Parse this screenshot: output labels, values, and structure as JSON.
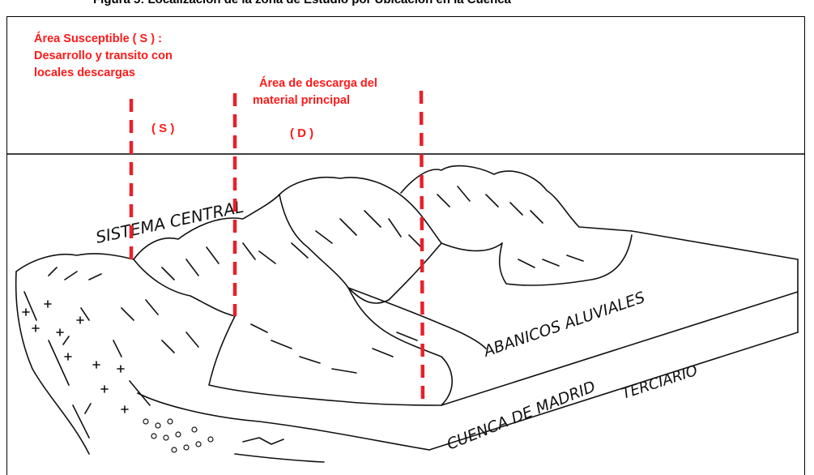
{
  "figure": {
    "caption": "Figura 5: Localización de la zona de Estudio por Ubicación en la Cuenca"
  },
  "annotations": {
    "susceptible_line1": "Área  Susceptible ( S ) :",
    "susceptible_line2": "Desarrollo y transito  con",
    "susceptible_line3": "locales descargas",
    "discharge_line1": "Área de descarga del",
    "discharge_line2": "material principal",
    "label_s": "( S )",
    "label_d": "( D )"
  },
  "sketch_labels": {
    "sistema_central": "SISTEMA CENTRAL",
    "abanicos": "ABANICOS ALUVIALES",
    "cuenca": "CUENCA DE MADRID",
    "terciario": "TERCIARIO"
  },
  "colors": {
    "annotation": "#ff1a1a",
    "boundary_lines": "#e8202a",
    "sketch": "#111111"
  }
}
